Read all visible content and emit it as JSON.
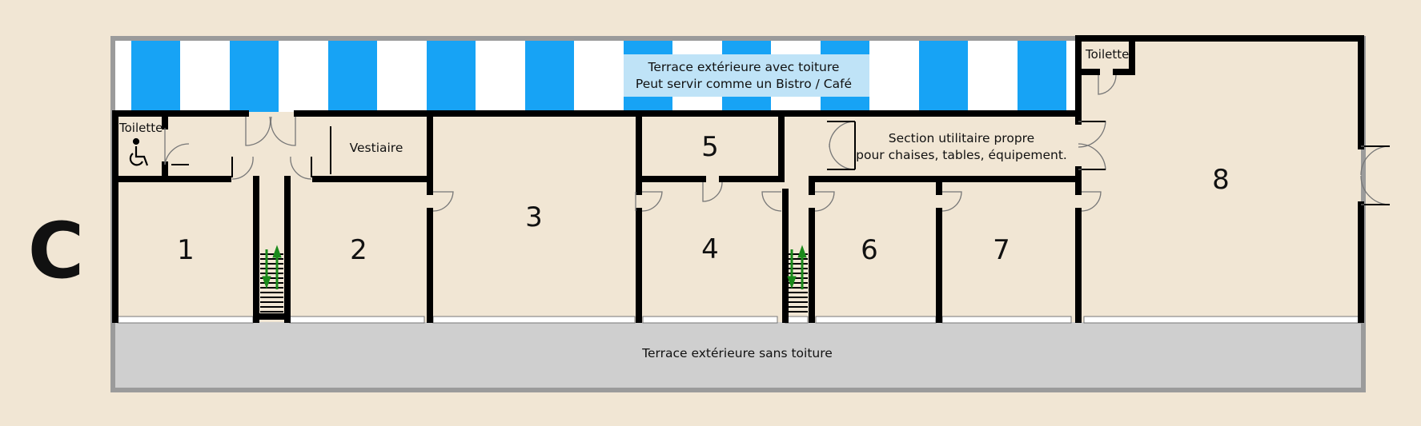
{
  "wing_letter": "C",
  "colors": {
    "background": "#f1e6d4",
    "wall": "#000000",
    "outer_frame": "#9b9b9b",
    "awning_blue": "#17a3f5",
    "awning_white": "#ffffff",
    "awning_label_bg": "#bfe3f7",
    "open_terrace": "#cfcfcf",
    "stairs_arrow": "#1a8a1a"
  },
  "icons": [
    "wheelchair-icon",
    "stairs-icon",
    "up-down-arrow-icon"
  ],
  "covered_terrace": {
    "line1": "Terrace extérieure avec toiture",
    "line2": "Peut servir comme un Bistro / Café"
  },
  "open_terrace": {
    "label": "Terrace extérieure sans toiture"
  },
  "rooms": {
    "r1": "1",
    "r2": "2",
    "r3": "3",
    "r4": "4",
    "r5": "5",
    "r6": "6",
    "r7": "7",
    "r8": "8"
  },
  "toilet_left": "Toilette",
  "toilet_right": "Toilette",
  "cloakroom": "Vestiaire",
  "utility": {
    "line1": "Section utilitaire propre",
    "line2": "pour chaises, tables, équipement."
  }
}
